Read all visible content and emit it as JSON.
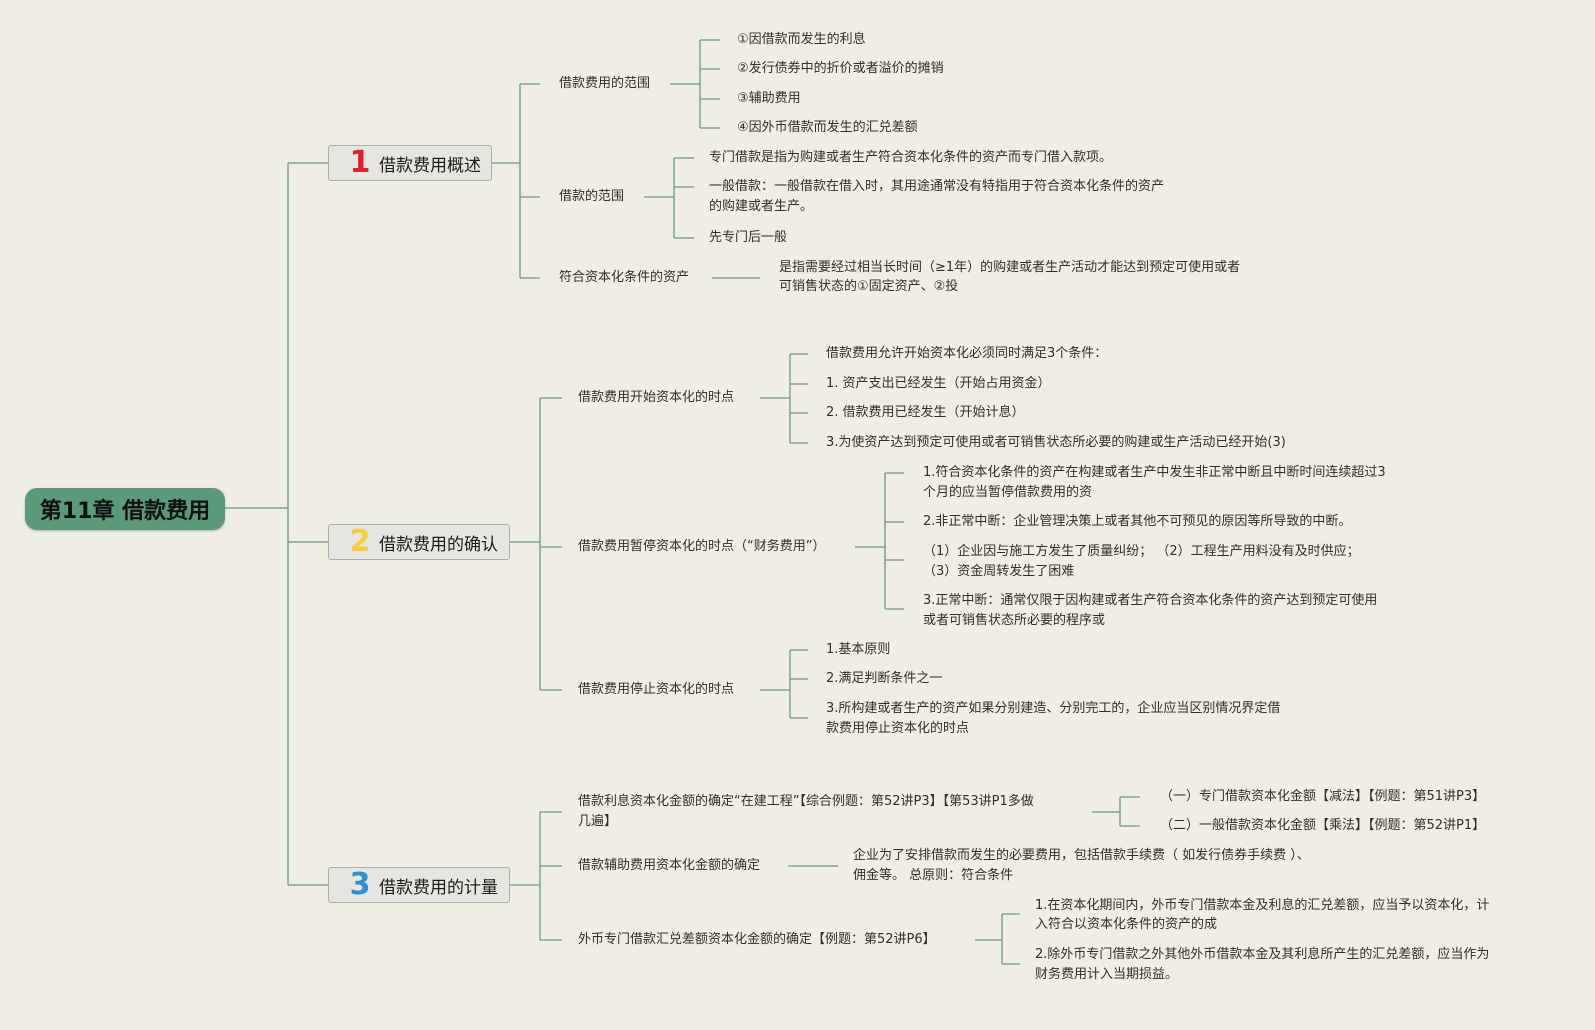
{
  "root": {
    "title": "第11章 借款费用"
  },
  "sections": [
    {
      "num": "1",
      "color": "#e0202a",
      "title": "借款费用概述"
    },
    {
      "num": "2",
      "color": "#f1d03c",
      "title": "借款费用的确认"
    },
    {
      "num": "3",
      "color": "#2f8fd6",
      "title": "借款费用的计量"
    }
  ],
  "s1": {
    "scope": {
      "label": "借款费用的范围",
      "items": [
        "①因借款而发生的利息",
        "②发行债券中的折价或者溢价的摊销",
        "③辅助费用",
        "④因外币借款而发生的汇兑差额"
      ]
    },
    "loans": {
      "label": "借款的范围",
      "items": [
        "专门借款是指为购建或者生产符合资本化条件的资产而专门借入款项。",
        "一般借款：一般借款在借入时，其用途通常没有特指用于符合资本化条件的资产",
        "的购建或者生产。",
        "先专门后一般"
      ]
    },
    "assets": {
      "label": "符合资本化条件的资产",
      "lines": [
        "是指需要经过相当长时间（≥1年）的购建或者生产活动才能达到预定可使用或者",
        "可销售状态的①固定资产、②投"
      ]
    }
  },
  "s2": {
    "start": {
      "label": "借款费用开始资本化的时点",
      "items": [
        "借款费用允许开始资本化必须同时满足3个条件：",
        "1. 资产支出已经发生（开始占用资金）",
        "2. 借款费用已经发生（开始计息）",
        "3.为使资产达到预定可使用或者可销售状态所必要的购建或生产活动已经开始(3)"
      ]
    },
    "pause": {
      "label": "借款费用暂停资本化的时点（“财务费用”）",
      "items": [
        "1.符合资本化条件的资产在构建或者生产中发生非正常中断且中断时间连续超过3",
        "个月的应当暂停借款费用的资",
        "2.非正常中断：企业管理决策上或者其他不可预见的原因等所导致的中断。",
        "（1）企业因与施工方发生了质量纠纷；   （2）工程生产用料没有及时供应；",
        "（3）资金周转发生了困难",
        "3.正常中断：通常仅限于因构建或者生产符合资本化条件的资产达到预定可使用",
        "或者可销售状态所必要的程序或"
      ]
    },
    "stop": {
      "label": "借款费用停止资本化的时点",
      "items": [
        "1.基本原则",
        "2.满足判断条件之一",
        "3.所构建或者生产的资产如果分别建造、分别完工的，企业应当区别情况界定借",
        "款费用停止资本化的时点"
      ]
    }
  },
  "s3": {
    "interest": {
      "lines": [
        "借款利息资本化金额的确定“在建工程”【综合例题：第52讲P3】【第53讲P1多做",
        "几遍】"
      ],
      "items": [
        "（一）专门借款资本化金额【减法】【例题：第51讲P3】",
        "（二）一般借款资本化金额【乘法】【例题：第52讲P1】"
      ]
    },
    "aux": {
      "label": "借款辅助费用资本化金额的确定",
      "lines": [
        "企业为了安排借款而发生的必要费用，包括借款手续费（ 如发行债券手续费 ）、",
        "佣金等。 总原则：符合条件"
      ]
    },
    "fx": {
      "label": "外币专门借款汇兑差额资本化金额的确定【例题：第52讲P6】",
      "items": [
        "1.在资本化期间内，外币专门借款本金及利息的汇兑差额，应当予以资本化，计",
        "入符合以资本化条件的资产的成",
        "2.除外币专门借款之外其他外币借款本金及其利息所产生的汇兑差额，应当作为",
        "财务费用计入当期损益。"
      ]
    }
  }
}
